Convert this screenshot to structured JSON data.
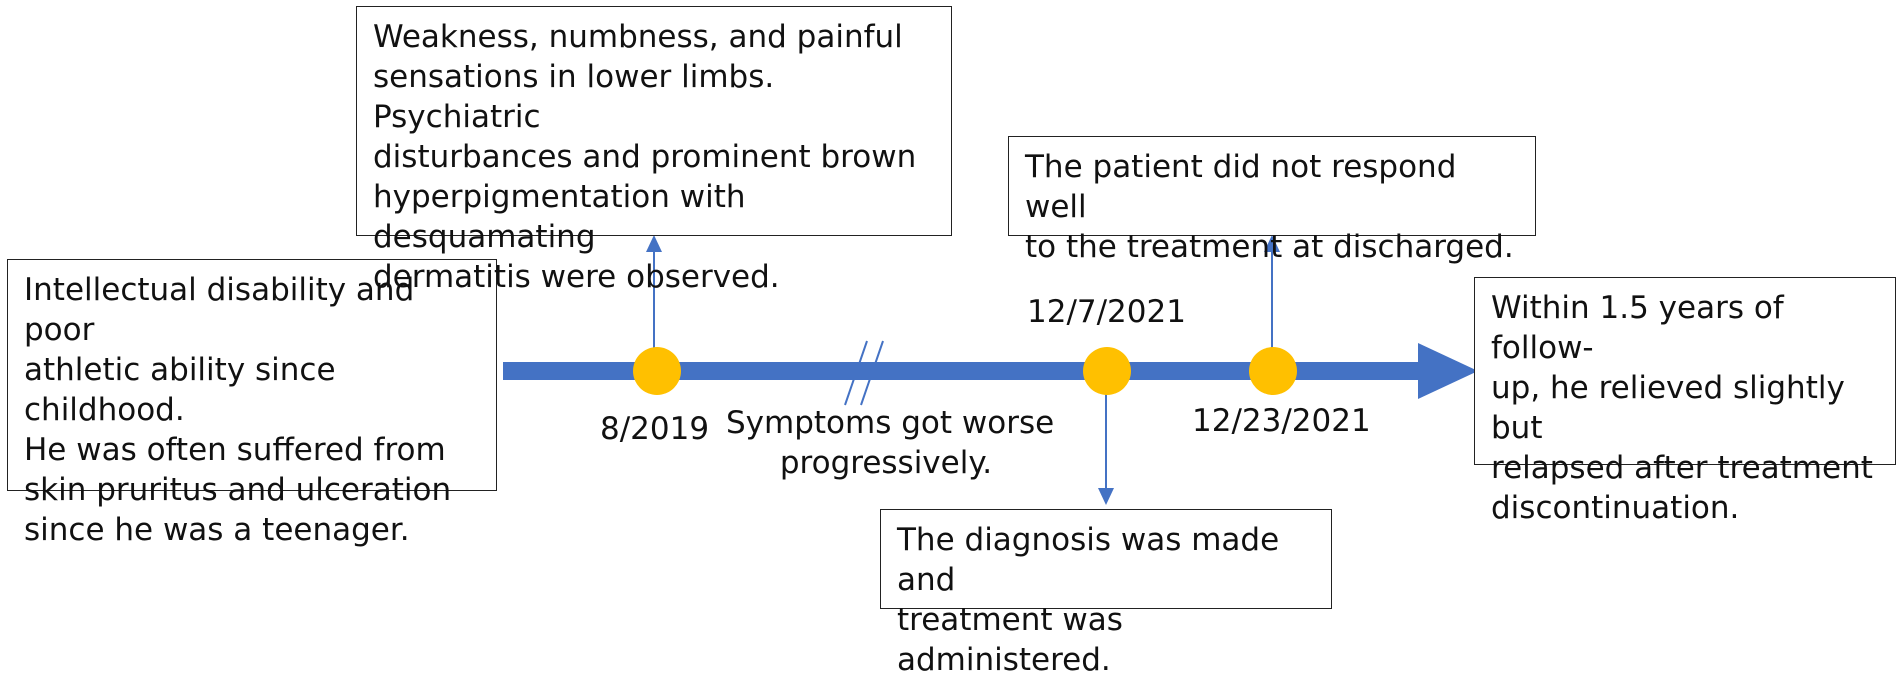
{
  "timeline": {
    "boxes": {
      "childhood": [
        "Intellectual disability and poor",
        "athletic ability since childhood.",
        "He was often suffered from",
        "skin pruritus and ulceration",
        "since he was a teenager."
      ],
      "onset": [
        "Weakness, numbness, and painful",
        "sensations in lower limbs. Psychiatric",
        "disturbances and prominent brown",
        "hyperpigmentation with desquamating",
        "dermatitis were observed."
      ],
      "discharge": [
        "The patient did not respond well",
        "to the treatment at discharged."
      ],
      "diagnosis": [
        "The diagnosis was made and",
        "treatment was administered."
      ],
      "followup": [
        "Within 1.5 years of follow-",
        "up, he relieved slightly but",
        "relapsed after treatment",
        "discontinuation."
      ]
    },
    "dates": {
      "d1": "8/2019",
      "d2": "12/7/2021",
      "d3": "12/23/2021"
    },
    "progress": [
      "Symptoms got worse",
      "progressively."
    ],
    "colors": {
      "axis": "#4472C4",
      "node": "#FFC000",
      "border": "#222222"
    }
  }
}
